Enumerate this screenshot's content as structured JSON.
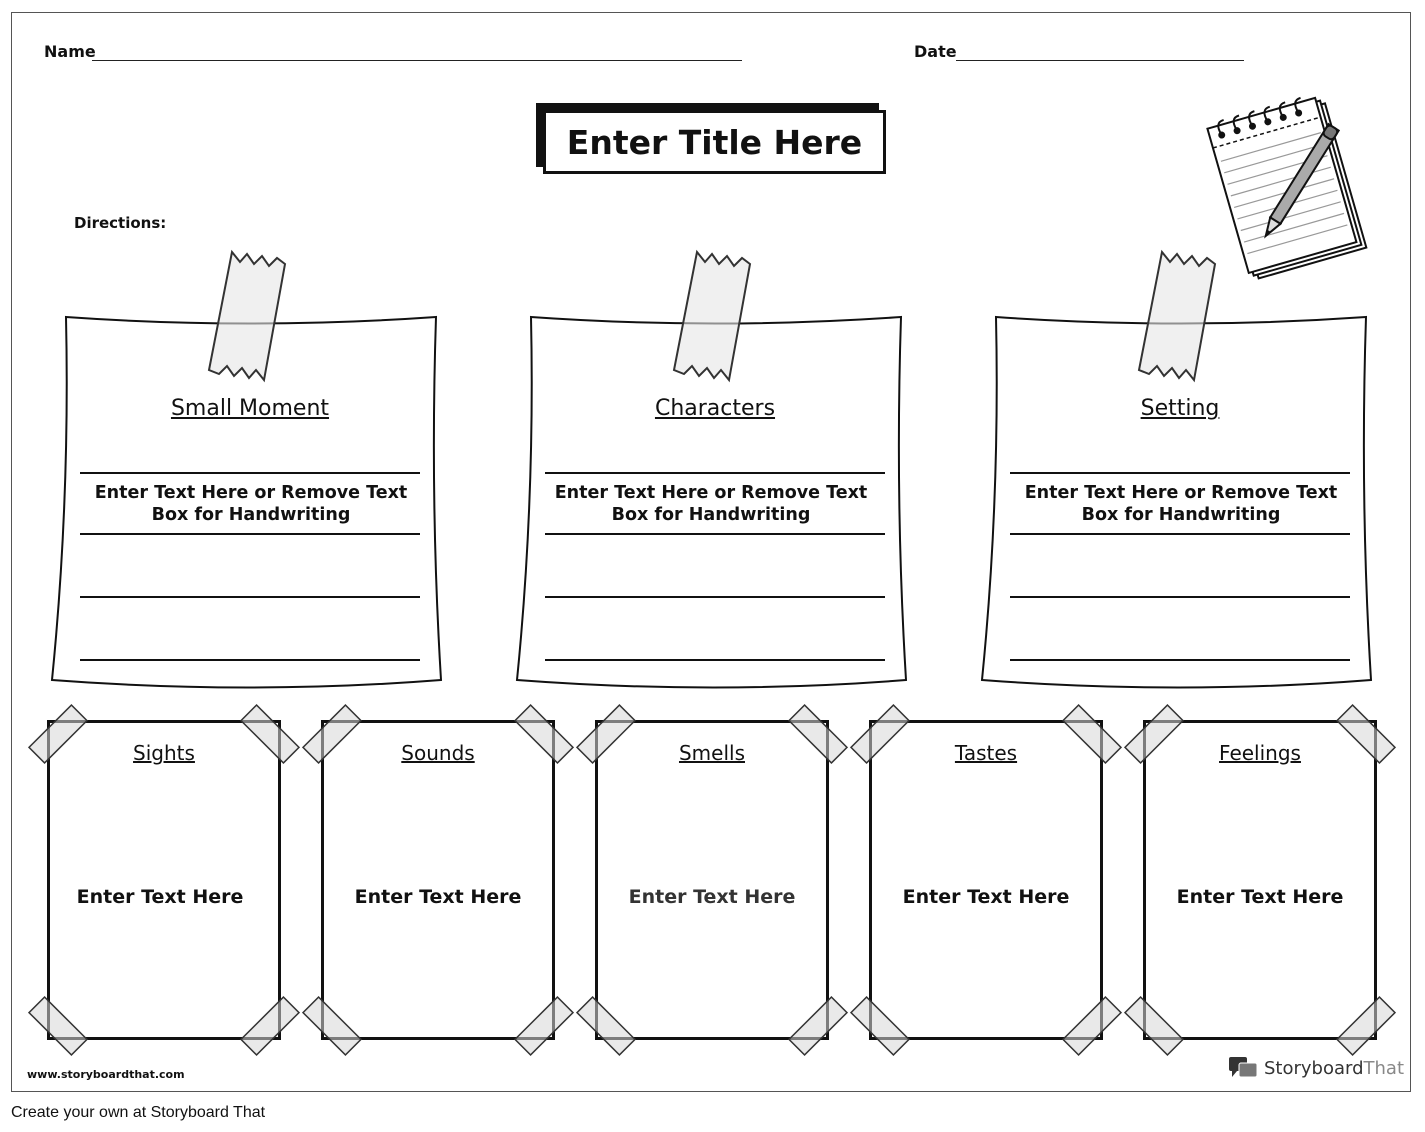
{
  "header": {
    "name_label": "Name",
    "date_label": "Date",
    "title": "Enter Title Here",
    "directions_label": "Directions:"
  },
  "notes": [
    {
      "heading": "Small Moment",
      "text_line1": "Enter Text Here or Remove Text",
      "text_line2": "Box for Handwriting"
    },
    {
      "heading": "Characters",
      "text_line1": "Enter Text Here or Remove Text",
      "text_line2": "Box for Handwriting"
    },
    {
      "heading": "Setting",
      "text_line1": "Enter Text Here or Remove Text",
      "text_line2": "Box for Handwriting"
    }
  ],
  "senses": [
    {
      "heading": "Sights",
      "text": "Enter Text Here"
    },
    {
      "heading": "Sounds",
      "text": "Enter Text Here"
    },
    {
      "heading": "Smells",
      "text": "Enter Text Here"
    },
    {
      "heading": "Tastes",
      "text": "Enter Text Here"
    },
    {
      "heading": "Feelings",
      "text": "Enter Text Here"
    }
  ],
  "footer": {
    "url": "www.storyboardthat.com",
    "brand_part1": "Storyboard",
    "brand_part2": "That"
  },
  "caption": "Create your own at Storyboard That",
  "colors": {
    "ink": "#111111",
    "tape_gray": "#cccccc",
    "brand_gray": "#888888"
  },
  "icons": [
    "notepad-pencil-icon",
    "tape-icon",
    "storyboard-logo-icon"
  ]
}
